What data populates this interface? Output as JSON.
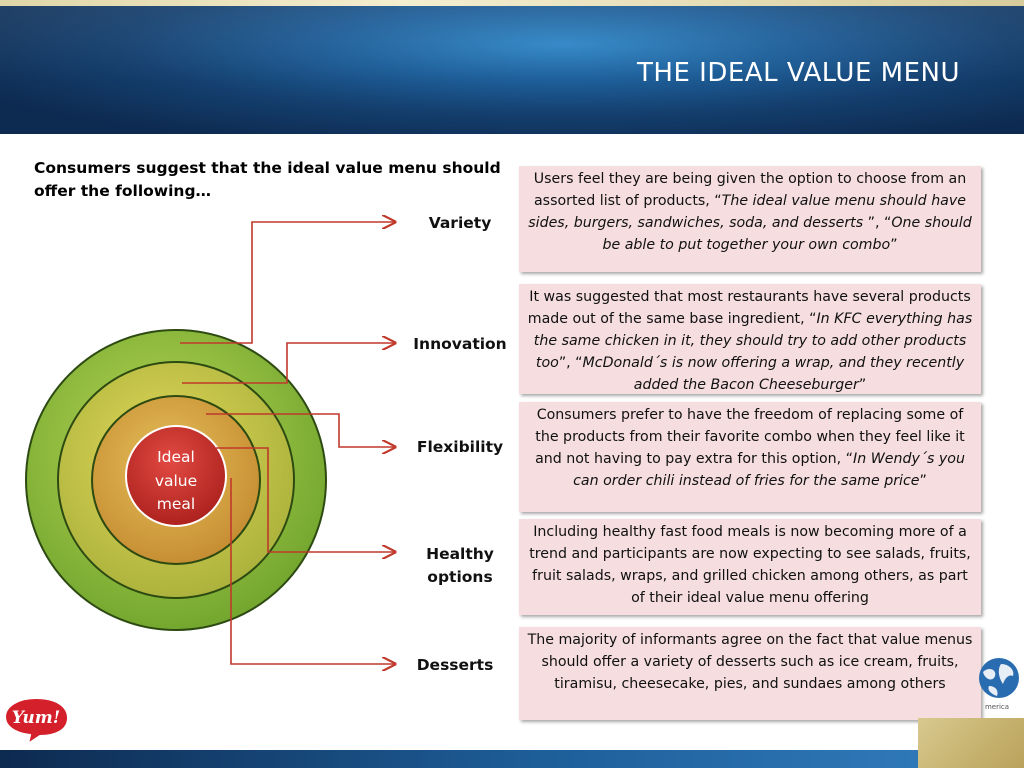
{
  "slide": {
    "title": "THE IDEAL VALUE MENU",
    "intro": "Consumers suggest that the ideal value menu should offer the following…"
  },
  "core": {
    "line1": "Ideal",
    "line2": "value",
    "line3": "meal"
  },
  "categories": [
    {
      "label": "Variety"
    },
    {
      "label": "Innovation"
    },
    {
      "label": "Flexibility"
    },
    {
      "label_line1": "Healthy",
      "label_line2": "options"
    },
    {
      "label": "Desserts"
    }
  ],
  "boxes": [
    {
      "plain1": "Users feel they are being given the option to choose from an assorted list of products, “",
      "italic1": "The ideal value menu should have sides, burgers, sandwiches, soda, and desserts ",
      "plain2": "”, “",
      "italic2": "One should be able to put together  your own combo",
      "plain3": "”"
    },
    {
      "plain1": "It was suggested that most restaurants have several products made out of the same base ingredient, “",
      "italic1": "In KFC everything has the same chicken in it, they should try to add other products too",
      "plain2": "”, “",
      "italic2": "McDonald´s is now offering a wrap, and they recently added the Bacon Cheeseburger",
      "plain3": "”"
    },
    {
      "plain1": "Consumers prefer to have the freedom of replacing some of the products from their favorite combo when they feel like it and not having to pay extra for this option, “",
      "italic1": "In Wendy´s you can order chili instead of fries for the same price",
      "plain2": "”"
    },
    {
      "plain1": "Including healthy fast food meals is now becoming more of a trend and participants are now expecting to see salads, fruits, fruit salads, wraps, and grilled chicken among others, as part of their ideal value menu offering"
    },
    {
      "plain1": "The majority of informants agree on the fact that value menus should offer a variety of desserts such as ice cream, fruits, tiramisu, cheesecake, pies, and sundaes among others"
    }
  ],
  "logos": {
    "yum": "Yum!",
    "globe_text": "merica"
  },
  "colors": {
    "header_dark": "#0d2a50",
    "header_light": "#2f86c6",
    "connector": "#c0392b",
    "box_fill": "#f5dde0",
    "ring_outer": "#8dc03f",
    "ring_mid": "#c2c23c",
    "ring_inner": "#d4a53e",
    "core": "#c9302c"
  }
}
